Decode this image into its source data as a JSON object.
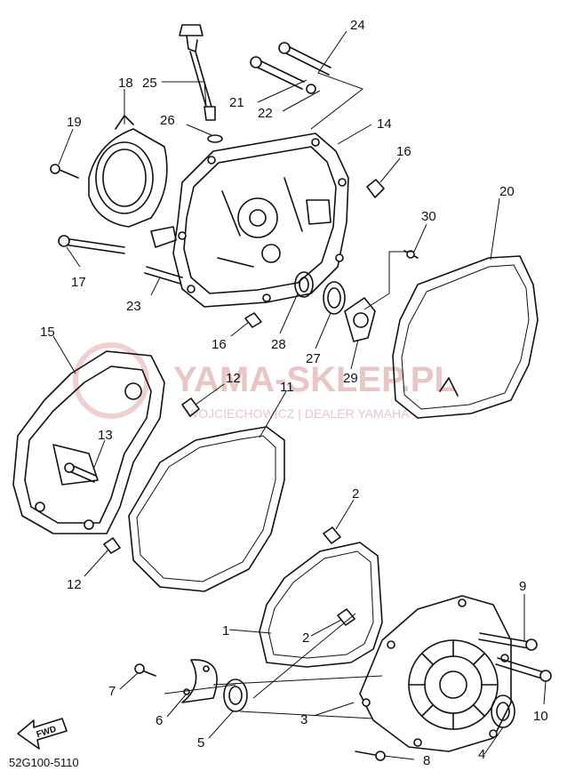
{
  "diagram_code": "52G100-5110",
  "fwd_label": "FWD",
  "watermark": {
    "brand": "YAMA-SKLEP.PL",
    "tagline": "WOJCIECHOWICZ | DEALER YAMAHA"
  },
  "callouts": {
    "c1": "1",
    "c2a": "2",
    "c2b": "2",
    "c3": "3",
    "c4": "4",
    "c5": "5",
    "c6": "6",
    "c7": "7",
    "c8": "8",
    "c9": "9",
    "c10": "10",
    "c11": "11",
    "c12a": "12",
    "c12b": "12",
    "c13": "13",
    "c14": "14",
    "c15": "15",
    "c16a": "16",
    "c16b": "16",
    "c17": "17",
    "c18": "18",
    "c19": "19",
    "c20": "20",
    "c21": "21",
    "c22": "22",
    "c23": "23",
    "c24": "24",
    "c25": "25",
    "c26": "26",
    "c27": "27",
    "c28": "28",
    "c29": "29",
    "c30": "30"
  }
}
